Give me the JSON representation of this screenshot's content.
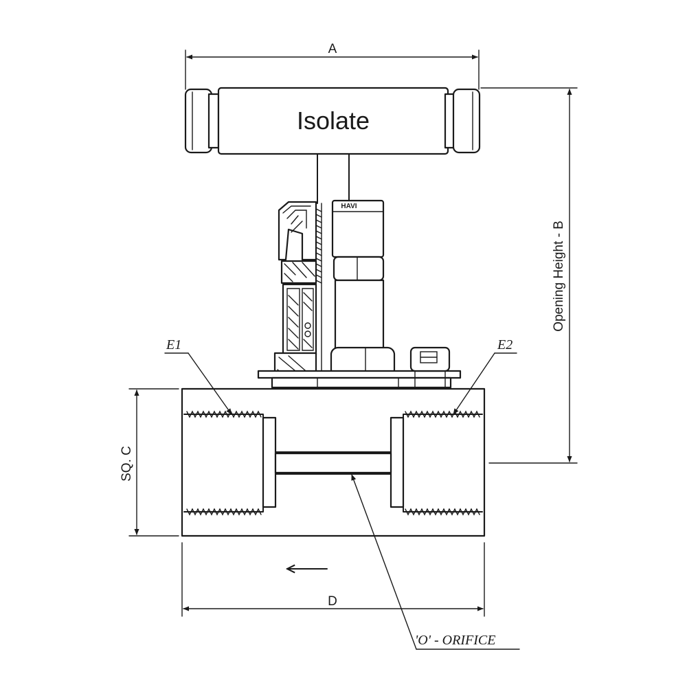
{
  "handle_label": "Isolate",
  "brand_mark": "HAVI",
  "dimensions": {
    "a": "A",
    "b": "Opening Height - B",
    "c": "SQ. C",
    "d": "D"
  },
  "callouts": {
    "e1": "E1",
    "e2": "E2",
    "orifice": "'O' - ORIFICE"
  },
  "flow_direction_icon": "arrow-left-icon"
}
